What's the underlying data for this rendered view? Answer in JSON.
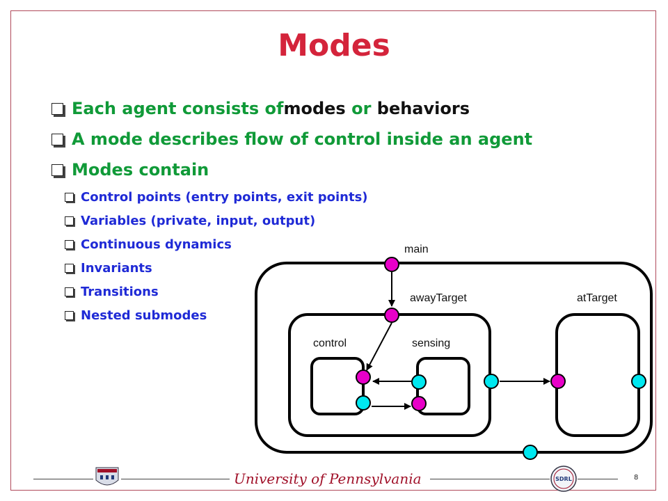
{
  "slide": {
    "title": "Modes",
    "bullets": [
      {
        "pre": "Each agent consists of ",
        "em1": "modes",
        "mid": " or ",
        "em2": "behaviors"
      },
      {
        "text": "A mode describes flow of control inside an agent"
      },
      {
        "text": "Modes contain"
      }
    ],
    "sub_bullets": [
      "Control points (entry points, exit points)",
      "Variables (private, input, output)",
      "Continuous dynamics",
      "Invariants",
      "Transitions",
      "Nested submodes"
    ]
  },
  "diagram": {
    "labels": {
      "main": "main",
      "away": "awayTarget",
      "at": "atTarget",
      "control": "control",
      "sensing": "sensing"
    },
    "colors": {
      "entry": "#e800c8",
      "exit": "#00e8f0",
      "title": "#d4243b",
      "bullet": "#109a38",
      "sub": "#1f2ad6"
    }
  },
  "footer": {
    "university": "University of Pennsylvania",
    "lab": "SDRL",
    "page": "8"
  }
}
